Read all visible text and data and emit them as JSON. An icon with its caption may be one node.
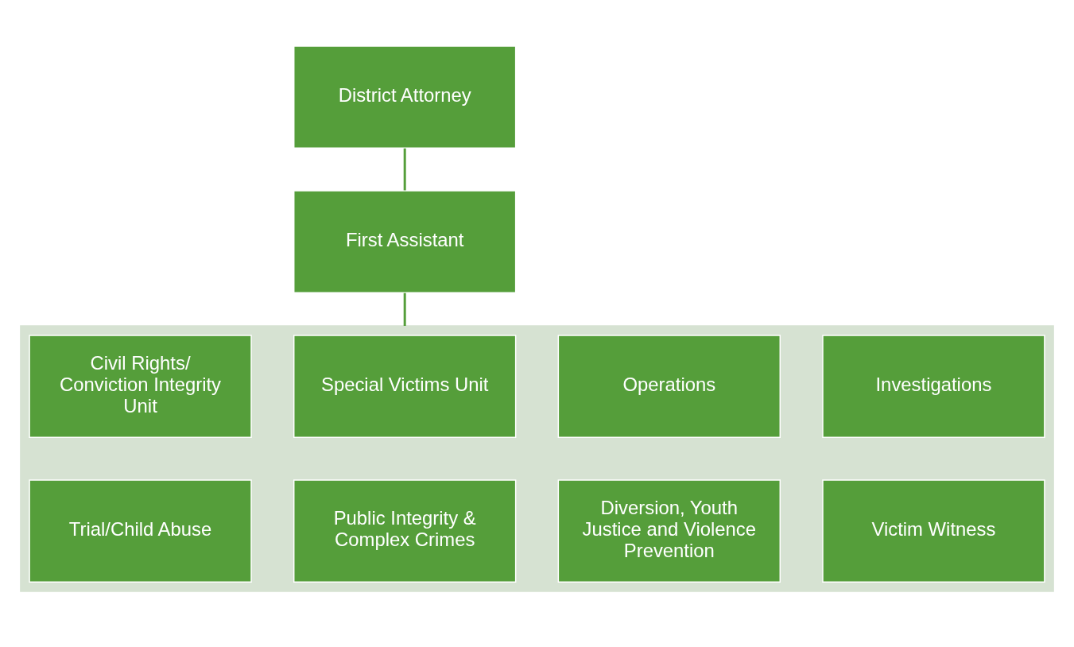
{
  "diagram": {
    "nodes": [
      {
        "text": [
          "District Attorney"
        ]
      },
      {
        "text": [
          "First Assistant"
        ]
      },
      {
        "text": [],
        "shape": "box"
      },
      {
        "text": [
          "Civil Rights/ Conviction Integrity Unit"
        ],
        "in": 2
      },
      {
        "text": [
          "Special Victims Unit"
        ],
        "in": 2
      },
      {
        "text": [
          "Operations"
        ],
        "in": 2
      },
      {
        "text": [
          "Investigations"
        ],
        "in": 2
      },
      {
        "text": [
          "Trial/Child Abuse"
        ],
        "in": 2
      },
      {
        "text": [
          "Public Integrity & Complex Crimes"
        ],
        "in": 2
      },
      {
        "text": [
          "Diversion, Youth Justice and Violence Prevention"
        ],
        "in": 2
      },
      {
        "text": [
          "Victim Witness"
        ],
        "in": 2
      }
    ],
    "edges": [
      {
        "from": 0,
        "to": 1,
        "arrow": "none"
      },
      {
        "from": 1,
        "to": 2,
        "arrow": "none"
      }
    ]
  }
}
